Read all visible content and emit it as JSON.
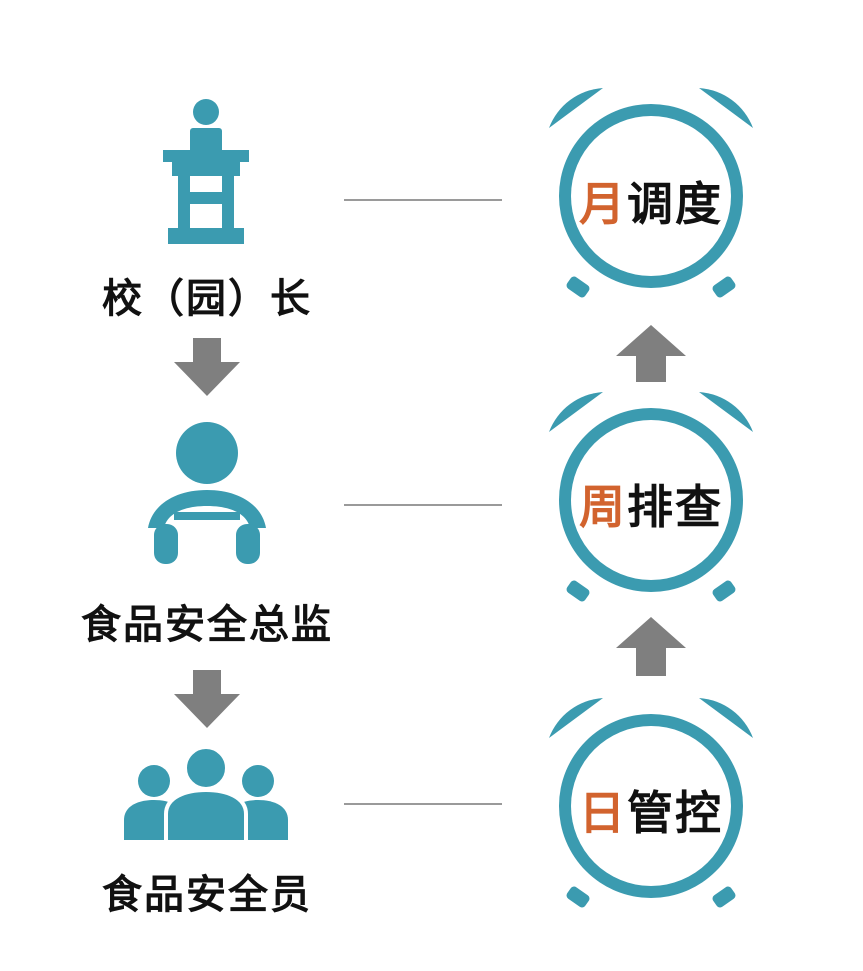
{
  "colors": {
    "teal": "#3b9bb0",
    "arrow_gray": "#7f7f7f",
    "line_gray": "#9a9a9a",
    "highlight": "#d2632e",
    "text": "#111111"
  },
  "roles": [
    {
      "label": "校（园）长",
      "icon": "podium-speaker-icon"
    },
    {
      "label": "食品安全总监",
      "icon": "person-with-document-icon"
    },
    {
      "label": "食品安全员",
      "icon": "group-of-people-icon"
    }
  ],
  "clocks": [
    {
      "highlight": "月",
      "rest": "调度",
      "icon": "alarm-clock-icon"
    },
    {
      "highlight": "周",
      "rest": "排查",
      "icon": "alarm-clock-icon"
    },
    {
      "highlight": "日",
      "rest": "管控",
      "icon": "alarm-clock-icon"
    }
  ]
}
